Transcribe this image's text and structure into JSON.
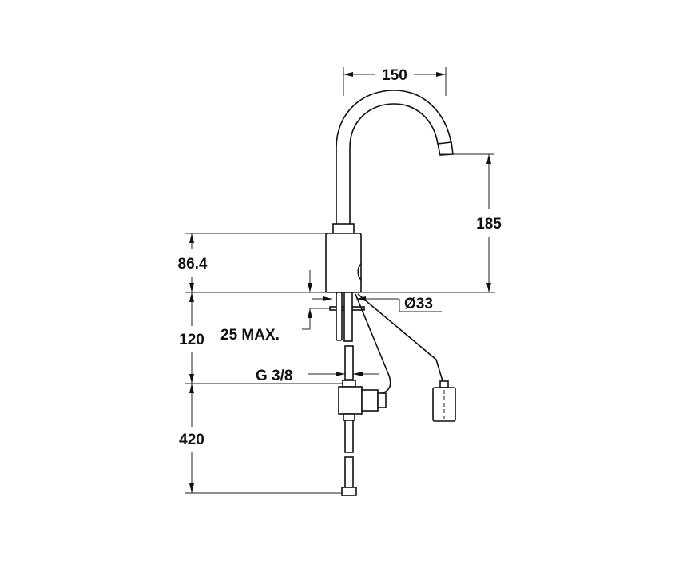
{
  "drawing": {
    "dimensions": {
      "spout_reach": "150",
      "spout_height": "185",
      "body_height": "86.4",
      "deck_to_valve": "120",
      "hose_length": "420",
      "deck_thickness": "25 MAX.",
      "hole_diameter": "Ø33",
      "thread": "G 3/8"
    }
  }
}
